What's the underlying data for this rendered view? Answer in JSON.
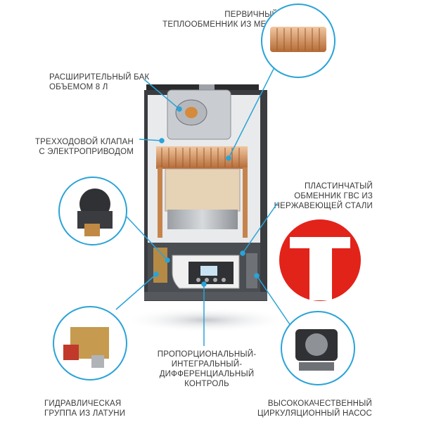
{
  "callouts": {
    "heat_exchanger": [
      "ПЕРВИЧНЫЙ",
      "ТЕПЛООБМЕННИК ИЗ МЕДИ"
    ],
    "expansion_tank": [
      "РАСШИРИТЕЛЬНЫЙ БАК",
      "ОБЪЕМОМ 8 Л"
    ],
    "valve": [
      "ТРЕХХОДОВОЙ КЛАПАН",
      "С ЭЛЕКТРОПРИВОДОМ"
    ],
    "plate_exchanger": [
      "ПЛАСТИНЧАТЫЙ",
      "ОБМЕННИК ГВС ИЗ",
      "НЕРЖАВЕЮЩЕЙ СТАЛИ"
    ],
    "control": [
      "ПРОПОРЦИОНАЛЬНЫЙ-",
      "ИНТЕГРАЛЬНЫЙ-",
      "ДИФФЕРЕНЦИАЛЬНЫЙ",
      "КОНТРОЛЬ"
    ],
    "hydraulic_group": [
      "ГИДРАВЛИЧЕСКАЯ",
      "ГРУППА ИЗ ЛАТУНИ"
    ],
    "pump": [
      "ВЫСОКОКАЧЕСТВЕННЫЙ",
      "ЦИРКУЛЯЦИОННЫЙ НАСОС"
    ]
  },
  "colors": {
    "accent": "#2aa3d8",
    "logo_red": "#e2231a",
    "label": "#3a3a3a"
  },
  "icons": [
    "brand-logo-t",
    "boiler-illustration"
  ]
}
